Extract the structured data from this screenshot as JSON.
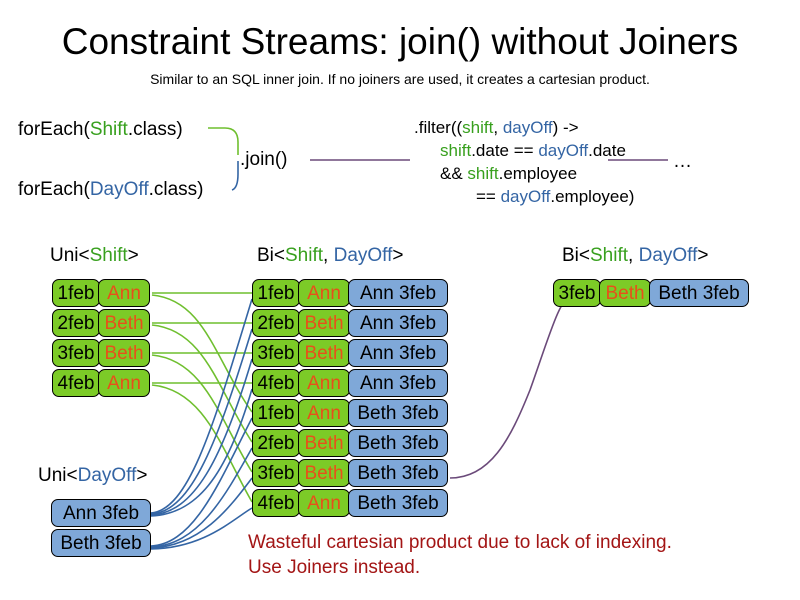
{
  "slide": {
    "title": "Constraint Streams: join() without Joiners",
    "subtitle": "Similar to an SQL inner join. If no joiners are used, it creates a cartesian product."
  },
  "code": {
    "for_each_shift_prefix": "forEach(",
    "for_each_shift_type": "Shift",
    "for_each_shift_suffix": ".class)",
    "for_each_dayoff_prefix": "forEach(",
    "for_each_dayoff_type": "DayOff",
    "for_each_dayoff_suffix": ".class)",
    "join_label": ".join()",
    "filter": {
      "l1_a": ".filter((",
      "l1_shift": "shift",
      "l1_comma": ", ",
      "l1_dayoff": "dayOff",
      "l1_b": ") ->",
      "l2_shift": "shift",
      "l2_mid": ".date == ",
      "l2_dayoff": "dayOff",
      "l2_end": ".date",
      "l3_a": "&& ",
      "l3_shift": "shift",
      "l3_b": ".employee",
      "l4_a": "== ",
      "l4_dayoff": "dayOff",
      "l4_b": ".employee)"
    },
    "ellipsis": "…"
  },
  "captions": {
    "uni_shift": {
      "prefix": "Uni<",
      "type": "Shift",
      "suffix": ">"
    },
    "bi_middle": {
      "prefix": "Bi<",
      "type1": "Shift",
      "sep": ", ",
      "type2": "DayOff",
      "suffix": ">"
    },
    "bi_right": {
      "prefix": "Bi<",
      "type1": "Shift",
      "sep": ", ",
      "type2": "DayOff",
      "suffix": ">"
    },
    "uni_dayoff": {
      "prefix": "Uni<",
      "type": "DayOff",
      "suffix": ">"
    }
  },
  "shift_stream": {
    "facts": [
      {
        "date": "1feb",
        "employee": "Ann"
      },
      {
        "date": "2feb",
        "employee": "Beth"
      },
      {
        "date": "3feb",
        "employee": "Beth"
      },
      {
        "date": "4feb",
        "employee": "Ann"
      }
    ]
  },
  "dayoff_stream": {
    "facts": [
      {
        "label": "Ann 3feb"
      },
      {
        "label": "Beth 3feb"
      }
    ]
  },
  "joined_stream": {
    "facts": [
      {
        "date": "1feb",
        "employee": "Ann",
        "dayoff": "Ann 3feb"
      },
      {
        "date": "2feb",
        "employee": "Beth",
        "dayoff": "Ann 3feb"
      },
      {
        "date": "3feb",
        "employee": "Beth",
        "dayoff": "Ann 3feb"
      },
      {
        "date": "4feb",
        "employee": "Ann",
        "dayoff": "Ann 3feb"
      },
      {
        "date": "1feb",
        "employee": "Ann",
        "dayoff": "Beth 3feb"
      },
      {
        "date": "2feb",
        "employee": "Beth",
        "dayoff": "Beth 3feb"
      },
      {
        "date": "3feb",
        "employee": "Beth",
        "dayoff": "Beth 3feb"
      },
      {
        "date": "4feb",
        "employee": "Ann",
        "dayoff": "Beth 3feb"
      }
    ]
  },
  "filtered_stream": {
    "facts": [
      {
        "date": "3feb",
        "employee": "Beth",
        "dayoff": "Beth 3feb"
      }
    ]
  },
  "warning": {
    "line1": "Wasteful cartesian product due to lack of indexing.",
    "line2": "Use Joiners instead."
  },
  "colors": {
    "shift_green_fill": "#7CCB27",
    "dayoff_blue_fill": "#7FA8D8",
    "employee_orange": "#E8501A",
    "shift_text_green": "#38A01E",
    "dayoff_text_blue": "#3465A4",
    "warning_red": "#A31515",
    "wire_green": "#6FBF2F",
    "wire_blue": "#3465A4",
    "wire_purple": "#6B4A7A"
  }
}
